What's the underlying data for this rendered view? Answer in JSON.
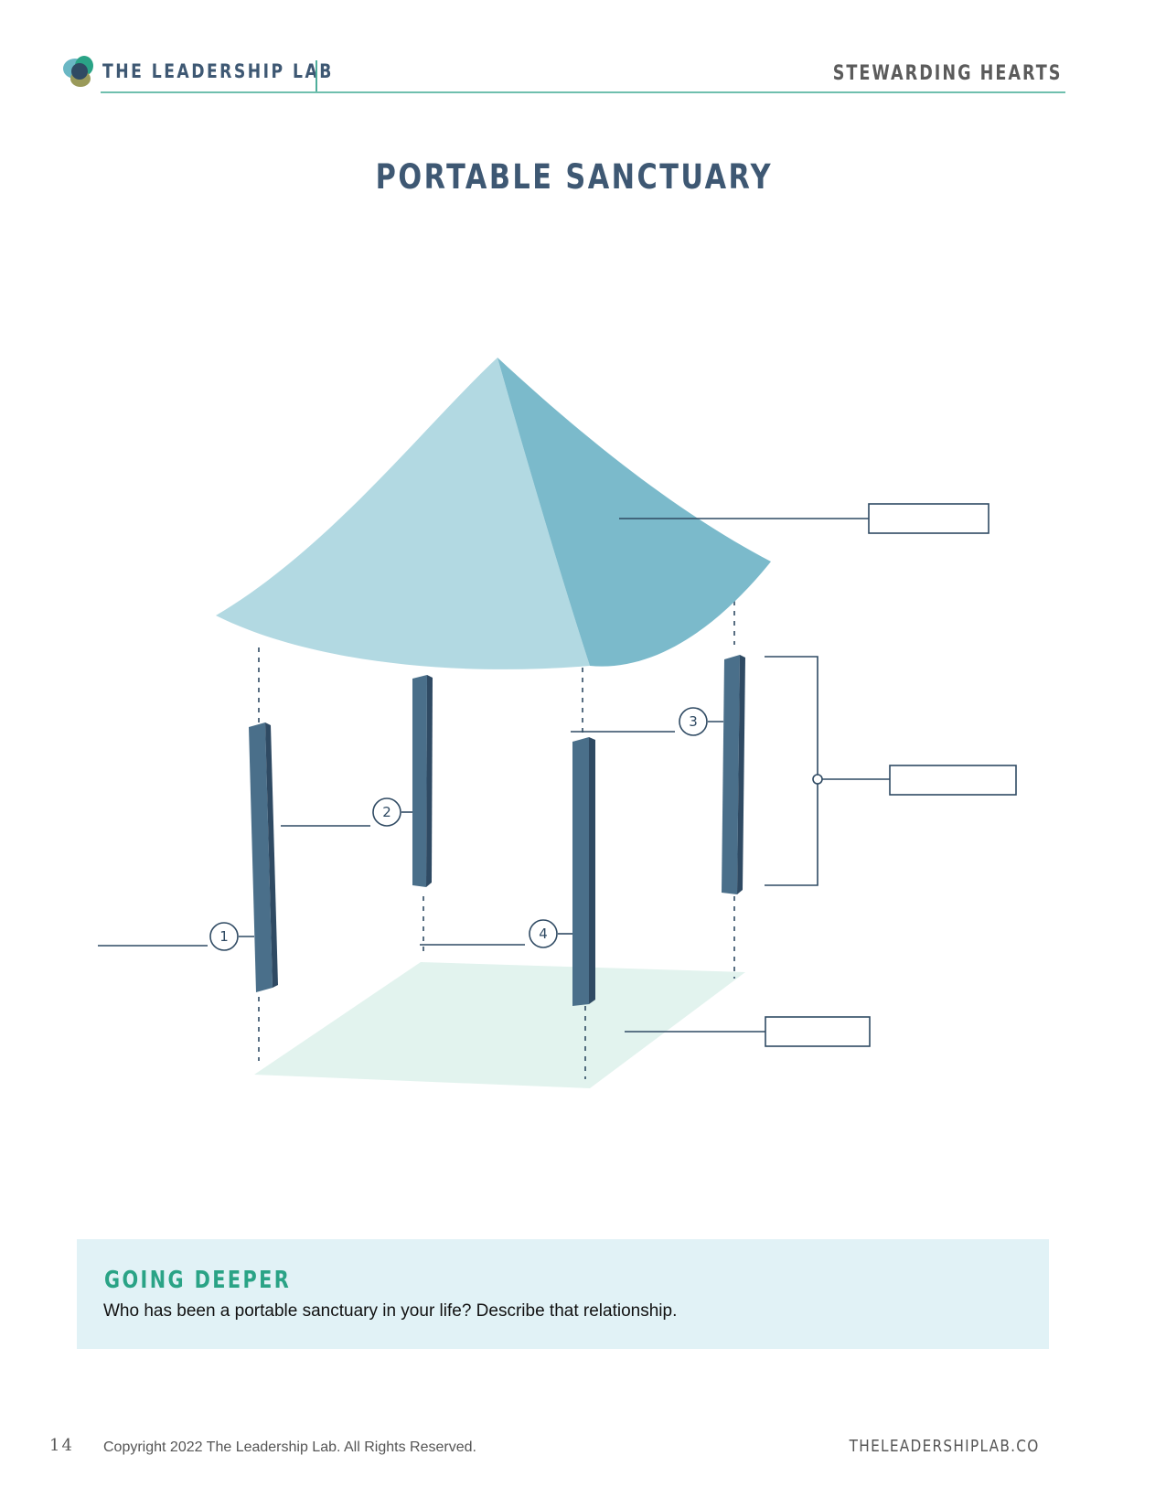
{
  "header": {
    "brand": "THE LEADERSHIP LAB",
    "section": "STEWARDING HEARTS"
  },
  "title": "PORTABLE SANCTUARY",
  "diagram": {
    "pole_labels": [
      "1",
      "2",
      "3",
      "4"
    ],
    "answer_boxes": [
      "",
      "",
      ""
    ]
  },
  "going_deeper": {
    "heading": "GOING DEEPER",
    "prompt": "Who has been a portable sanctuary in your life? Describe that relationship."
  },
  "footer": {
    "page_number": "14",
    "copyright": "Copyright 2022 The Leadership Lab. All Rights Reserved.",
    "website": "THELEADERSHIPLAB.CO"
  },
  "colors": {
    "brand_navy": "#3e5873",
    "accent_green": "#2aa386",
    "canopy_light": "#b2d9e2",
    "canopy_dark": "#7bbacb",
    "pole": "#466d88",
    "floor": "#e2f3ee",
    "callout_bg": "#e1f2f6"
  }
}
